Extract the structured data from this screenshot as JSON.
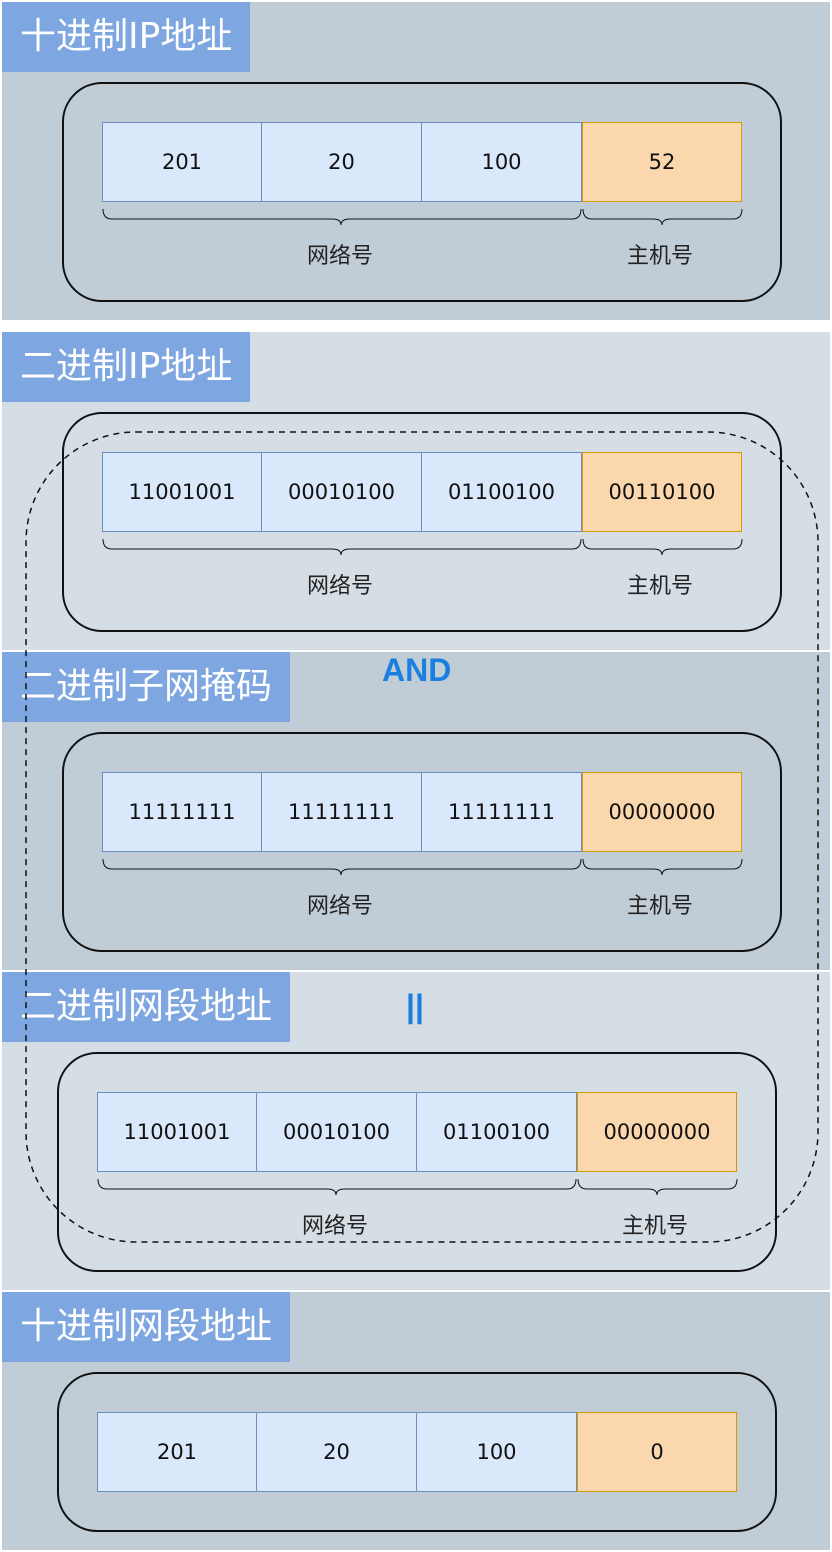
{
  "sections": [
    {
      "title": "十进制IP地址",
      "cells": [
        "201",
        "20",
        "100",
        "52"
      ],
      "network_label": "网络号",
      "host_label": "主机号"
    },
    {
      "title": "二进制IP地址",
      "cells": [
        "11001001",
        "00010100",
        "01100100",
        "00110100"
      ],
      "network_label": "网络号",
      "host_label": "主机号"
    },
    {
      "title": "二进制子网掩码",
      "cells": [
        "11111111",
        "11111111",
        "11111111",
        "00000000"
      ],
      "network_label": "网络号",
      "host_label": "主机号"
    },
    {
      "title": "二进制网段地址",
      "cells": [
        "11001001",
        "00010100",
        "01100100",
        "00000000"
      ],
      "network_label": "网络号",
      "host_label": "主机号"
    },
    {
      "title": "十进制网段地址",
      "cells": [
        "201",
        "20",
        "100",
        "0"
      ]
    }
  ],
  "operators": {
    "and": "AND",
    "equals": "||"
  },
  "colors": {
    "network_fill": "#dae8fc",
    "network_stroke": "#6c8ebf",
    "host_fill": "#fad7ac",
    "host_stroke": "#d79b00",
    "title_fill": "#7ea6e0",
    "operator": "#1b7fe0"
  }
}
